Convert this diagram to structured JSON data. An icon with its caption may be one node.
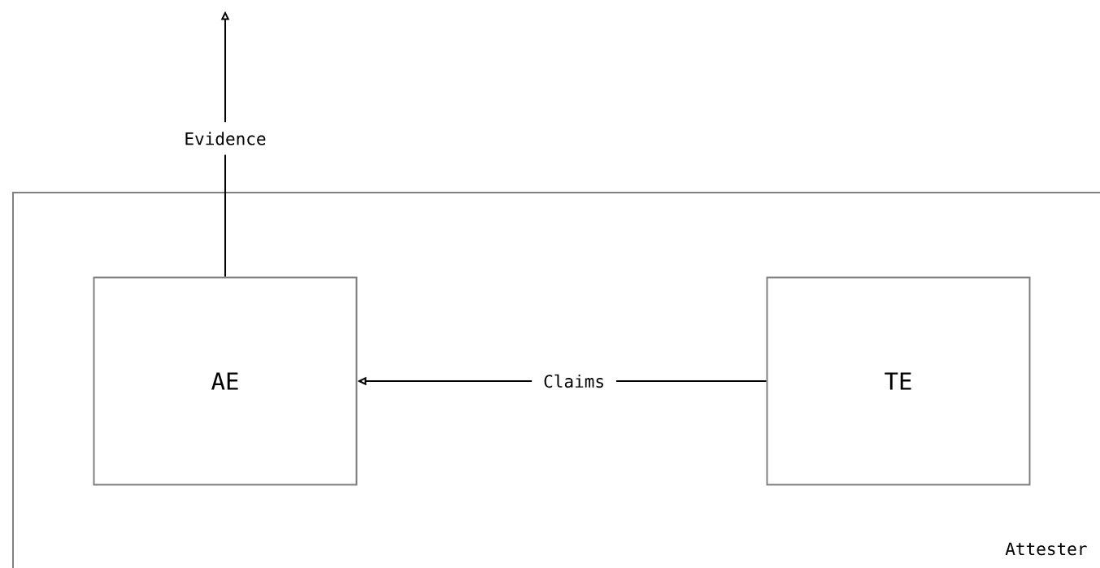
{
  "diagram": {
    "nodes": [
      {
        "text": [
          "Attester"
        ]
      },
      {
        "text": [
          "AE"
        ],
        "in": 0
      },
      {
        "text": [
          "TE"
        ],
        "in": 0
      }
    ],
    "edges": [
      {
        "from": 1,
        "to": null,
        "arrow": "to",
        "label": "Evidence"
      },
      {
        "from": 2,
        "to": 1,
        "arrow": "to",
        "label": "Claims"
      }
    ]
  }
}
